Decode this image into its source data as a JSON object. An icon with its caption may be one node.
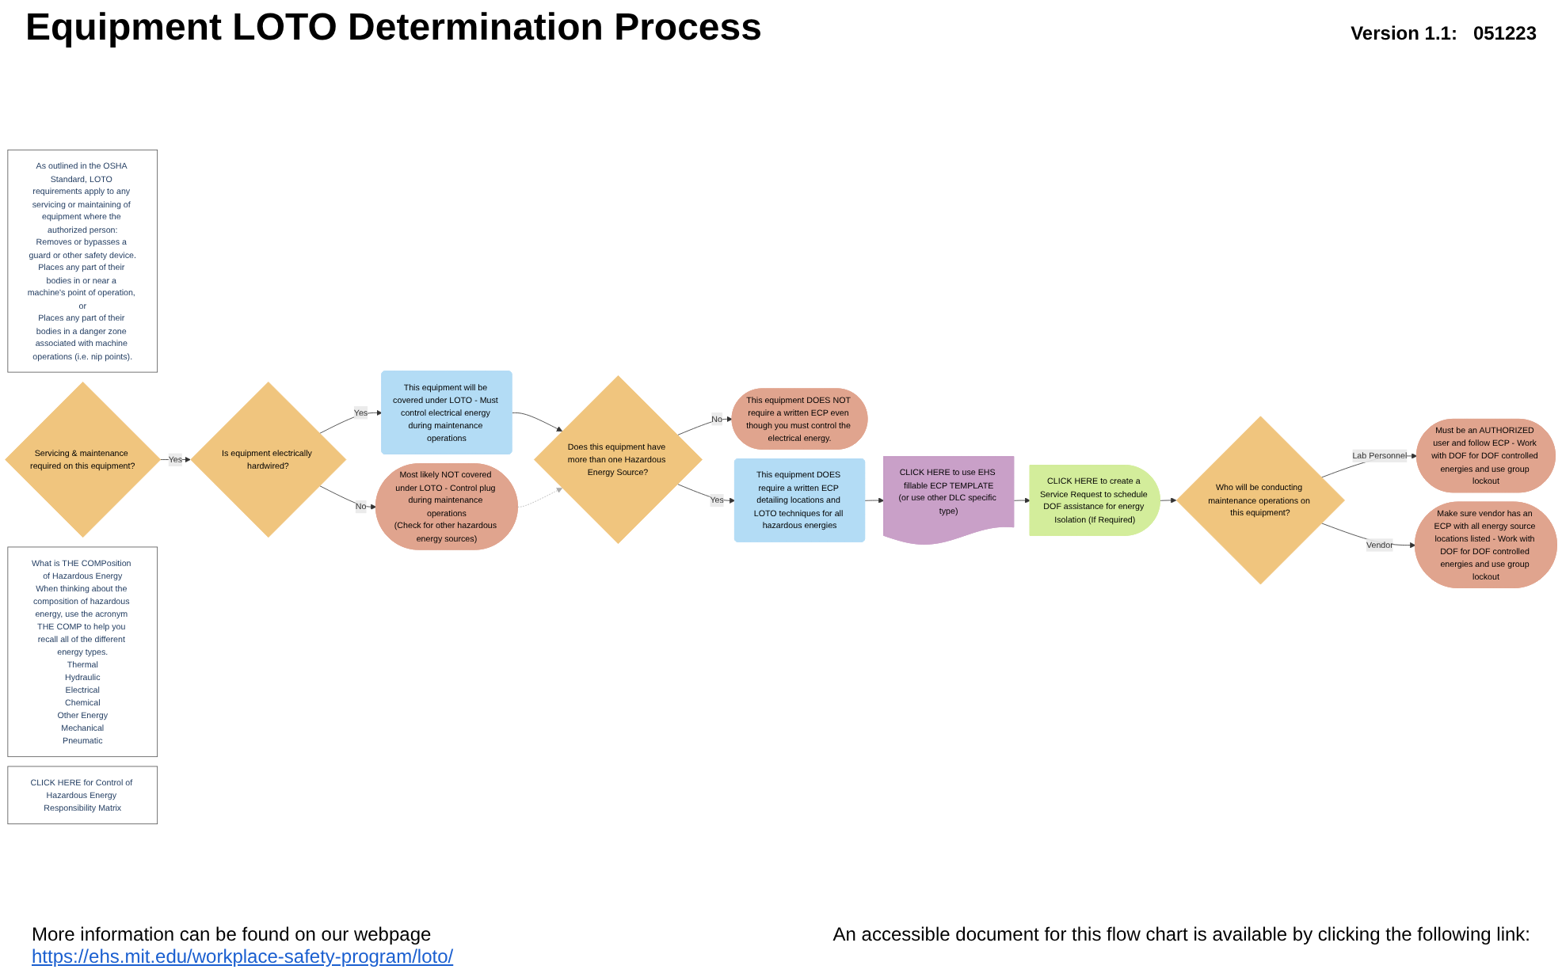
{
  "diagram": {
    "title": "Equipment LOTO Determination  Process",
    "nodes": [
      {
        "text": [
          "As outlined in the OSHA Standard, LOTO requirements apply to any servicing or maintaining of equipment where the authorized person:",
          "Removes or bypasses a guard or other safety device.",
          "Places any part of their bodies in or near a machine's point of operation, or",
          "Places any part of their bodies in a danger zone associated with machine operations (i.e. nip points)."
        ]
      },
      {
        "text": [
          "Servicing & maintenance required on this equipment?"
        ]
      },
      {
        "text": [
          "This equipment will be covered under LOTO - Must control electrical energy during maintenance operations"
        ]
      },
      {
        "text": [
          "Is equipment electrically hardwired?"
        ]
      },
      {
        "text": [
          "Most likely NOT covered under LOTO - Control plug during maintenance operations",
          "(Check for other hazardous energy sources)"
        ]
      },
      {
        "text": [
          "What is THE COMPosition of Hazardous Energy",
          "When thinking about the composition of hazardous energy, use the acronym THE COMP to help you recall all of the different energy types.",
          "Thermal",
          "Hydraulic",
          "Electrical",
          "Chemical",
          "Other Energy",
          "Mechanical",
          "Pneumatic"
        ]
      },
      {
        "text": [
          "Does this equipment have more than one Hazardous Energy Source?"
        ]
      },
      {
        "text": [
          "This equipment DOES NOT require a written ECP even though you must control the electrical energy."
        ]
      },
      {
        "text": [
          "This equipment DOES require a written ECP detailing locations and LOTO techniques for all hazardous energies"
        ]
      },
      {
        "text": [
          "CLICK HERE to use EHS fillable ECP TEMPLATE",
          "(or use other DLC specific type)"
        ]
      },
      {
        "text": [
          "CLICK HERE to create a Service Request to schedule DOF assistance for energy Isolation (If Required)"
        ]
      },
      {
        "text": [
          "CLICK HERE for Control of Hazardous Energy Responsibility Matrix"
        ]
      },
      {
        "text": [
          "Who will be conducting maintenance operations on this equipment?"
        ]
      },
      {
        "text": [
          "Must be an AUTHORIZED user and follow ECP - Work with DOF for DOF controlled energies and use group lockout"
        ]
      },
      {
        "text": [
          "Make sure vendor has an ECP with all energy source locations listed - Work with DOF for DOF controlled energies and use group lockout"
        ]
      }
    ],
    "edges": [
      {
        "from": 1,
        "to": 3,
        "arrow": "to",
        "label": "Yes"
      },
      {
        "from": 3,
        "to": 2,
        "arrow": "to",
        "label": "Yes"
      },
      {
        "from": 3,
        "to": 4,
        "arrow": "to",
        "label": "No"
      },
      {
        "from": 2,
        "to": 6,
        "arrow": "to"
      },
      {
        "from": 4,
        "to": 6,
        "arrow": "to",
        "style": "dashed",
        "color": "#aaaaaa"
      },
      {
        "from": 6,
        "to": 7,
        "arrow": "to",
        "label": "No"
      },
      {
        "from": 6,
        "to": 8,
        "arrow": "to",
        "label": "Yes"
      },
      {
        "from": 8,
        "to": 9,
        "arrow": "to"
      },
      {
        "from": 9,
        "to": 10,
        "arrow": "to"
      },
      {
        "from": 10,
        "to": 12,
        "arrow": "to"
      },
      {
        "from": 12,
        "to": 13,
        "arrow": "to",
        "label": "Lab Personnel"
      },
      {
        "from": 12,
        "to": 14,
        "arrow": "to",
        "label": "Vendor"
      }
    ],
    "labels": [
      "Version 1.1:",
      "051223",
      "More information can be found on our webpage",
      "https://ehs.mit.edu/workplace-safety-program/loto/",
      "An accessible document for this flow chart is available by clicking the following link:"
    ]
  }
}
